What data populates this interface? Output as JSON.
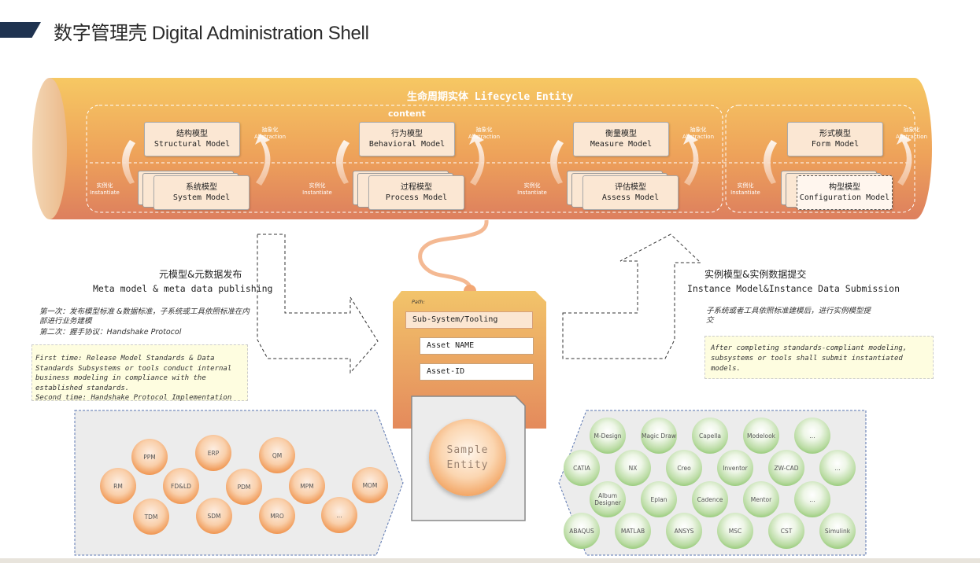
{
  "header": {
    "title": "数字管理壳 Digital Administration Shell"
  },
  "lifecycle": {
    "title": "生命周期实体 Lifecycle Entity",
    "content_label": "content",
    "columns": [
      {
        "top_cn": "结构模型",
        "top_en": "Structural Model",
        "bottom_cn": "系统模型",
        "bottom_en": "System Model"
      },
      {
        "top_cn": "行为模型",
        "top_en": "Behavioral Model",
        "bottom_cn": "过程模型",
        "bottom_en": "Process Model"
      },
      {
        "top_cn": "衡量模型",
        "top_en": "Measure Model",
        "bottom_cn": "评估模型",
        "bottom_en": "Assess Model"
      },
      {
        "top_cn": "形式模型",
        "top_en": "Form Model",
        "bottom_cn": "构型模型",
        "bottom_en": "Configuration Model"
      }
    ],
    "abstraction_cn": "抽象化",
    "abstraction_en": "Abstraction",
    "instantiate_cn": "实例化",
    "instantiate_en": "Instantiate"
  },
  "left_flow": {
    "label_cn": "元模型&元数据发布",
    "label_en": "Meta model & meta data publishing",
    "note_cn_1": "第一次：发布模型标准 &数据标准，子系统或工具依照标准在内部进行业务建模",
    "note_cn_2": "第二次：握手协议：Handshake Protocol",
    "note_en_1": "First time: Release Model Standards & Data Standards Subsystems or tools conduct internal business modeling in compliance with the established standards.",
    "note_en_2": "Second time: Handshake Protocol Implementation"
  },
  "right_flow": {
    "label_cn": "实例模型&实例数据提交",
    "label_en": "Instance Model&Instance Data Submission",
    "note_cn": "子系统或者工具依照标准建模后，进行实例模型提交",
    "note_en": "After completing standards-compliant modeling, subsystems or tools shall submit instantiated models."
  },
  "shell": {
    "path_label": "Path:",
    "subsystem": "Sub-System/Tooling",
    "asset_name": "Asset NAME",
    "asset_id": "Asset-ID",
    "sample_entity": "Sample Entity"
  },
  "left_systems": [
    "PPM",
    "ERP",
    "QM",
    "RM",
    "FD&LD",
    "PDM",
    "MPM",
    "MOM",
    "TDM",
    "SDM",
    "MRO",
    "..."
  ],
  "right_tools": [
    "M-Design",
    "Magic Draw",
    "Capella",
    "Modelook",
    "...",
    "CATIA",
    "NX",
    "Creo",
    "Inventor",
    "ZW-CAD",
    "...",
    "Album Designer",
    "Eplan",
    "Cadence",
    "Mentor",
    "...",
    "ABAQUS",
    "MATLAB",
    "ANSYS",
    "MSC",
    "CST",
    "Simulink"
  ],
  "colors": {
    "tube_top": "#f5c462",
    "tube_bottom": "#df8560",
    "accent_navy": "#1f3350",
    "orange_ball": "#ef9048",
    "green_ball": "#7fbf5e"
  }
}
